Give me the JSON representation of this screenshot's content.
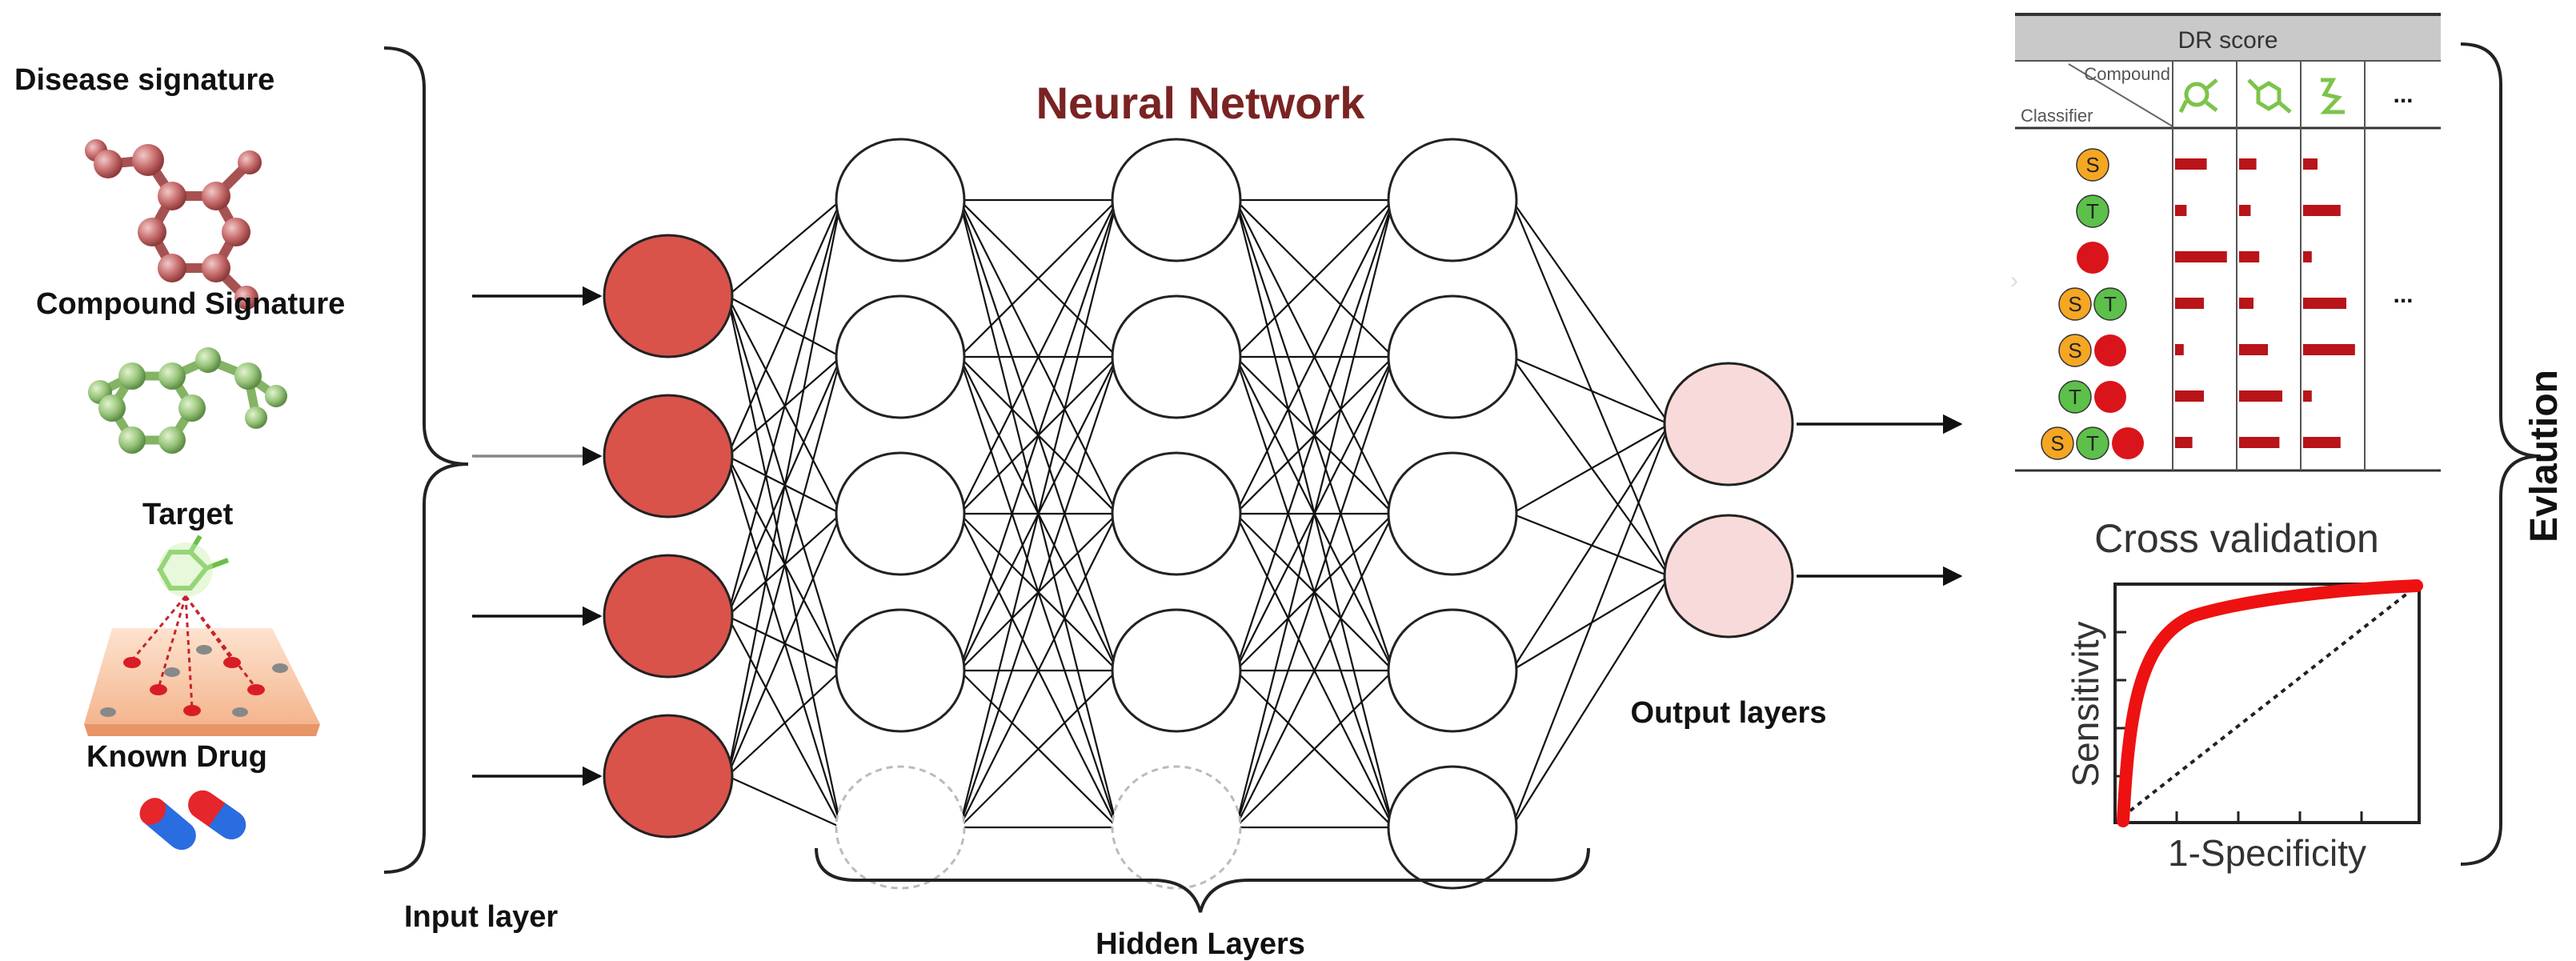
{
  "inputs": {
    "disease_signature": "Disease signature",
    "compound_signature": "Compound Signature",
    "target": "Target",
    "known_drug": "Known Drug",
    "input_layer": "Input layer"
  },
  "network": {
    "title": "Neural Network",
    "hidden_layers": "Hidden Layers",
    "output_layers": "Output layers",
    "input_nodes": 4,
    "hidden_nodes_per_layer": 5,
    "hidden_layer_count": 3,
    "output_nodes": 2
  },
  "dr_table": {
    "title": "DR score",
    "header_compound": "Compound",
    "header_classifier": "Classifier",
    "ellipsis": "...",
    "rows": [
      {
        "classifiers": [
          "S"
        ],
        "scores": [
          0.55,
          0.3,
          0.25
        ]
      },
      {
        "classifiers": [
          "T"
        ],
        "scores": [
          0.2,
          0.2,
          0.65
        ]
      },
      {
        "classifiers": [
          "R"
        ],
        "scores": [
          0.9,
          0.35,
          0.15
        ]
      },
      {
        "classifiers": [
          "S",
          "T"
        ],
        "scores": [
          0.5,
          0.25,
          0.75
        ]
      },
      {
        "classifiers": [
          "S",
          "R"
        ],
        "scores": [
          0.15,
          0.5,
          0.9
        ]
      },
      {
        "classifiers": [
          "T",
          "R"
        ],
        "scores": [
          0.5,
          0.75,
          0.15
        ]
      },
      {
        "classifiers": [
          "S",
          "T",
          "R"
        ],
        "scores": [
          0.3,
          0.7,
          0.65
        ]
      }
    ],
    "classifier_labels": {
      "S": "S",
      "T": "T",
      "R": ""
    },
    "colors": {
      "S": "#f5a623",
      "T": "#5cc04a",
      "R": "#d9141a",
      "bar": "#b8141a"
    }
  },
  "roc": {
    "title": "Cross validation",
    "xlabel": "1-Specificity",
    "ylabel": "Sensitivity"
  },
  "evaluation": "Evlaution",
  "colors": {
    "input_node": "#d9534a",
    "output_node": "#f9dada",
    "title": "#7a2323",
    "roc_curve": "#ee1111"
  }
}
